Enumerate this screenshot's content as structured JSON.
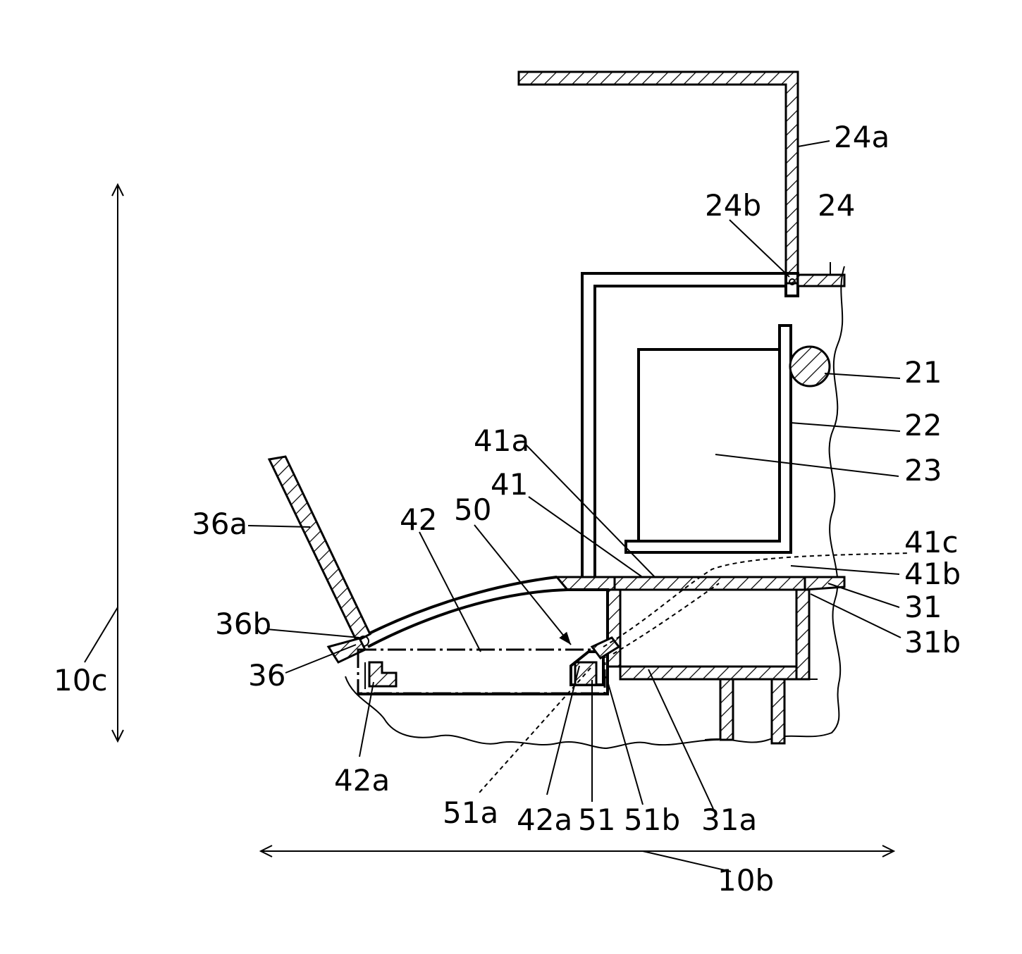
{
  "labels": {
    "l24a": "24a",
    "l24b": "24b",
    "l24": "24",
    "l21": "21",
    "l22": "22",
    "l23": "23",
    "l41a": "41a",
    "l41": "41",
    "l42": "42",
    "l50": "50",
    "l36a": "36a",
    "l41c": "41c",
    "l41b": "41b",
    "l31": "31",
    "l31b": "31b",
    "l36b": "36b",
    "l36": "36",
    "l10c": "10c",
    "l42a_left": "42a",
    "l51a": "51a",
    "l42a_right": "42a",
    "l51": "51",
    "l51b": "51b",
    "l31a": "31a",
    "l10b": "10b"
  }
}
